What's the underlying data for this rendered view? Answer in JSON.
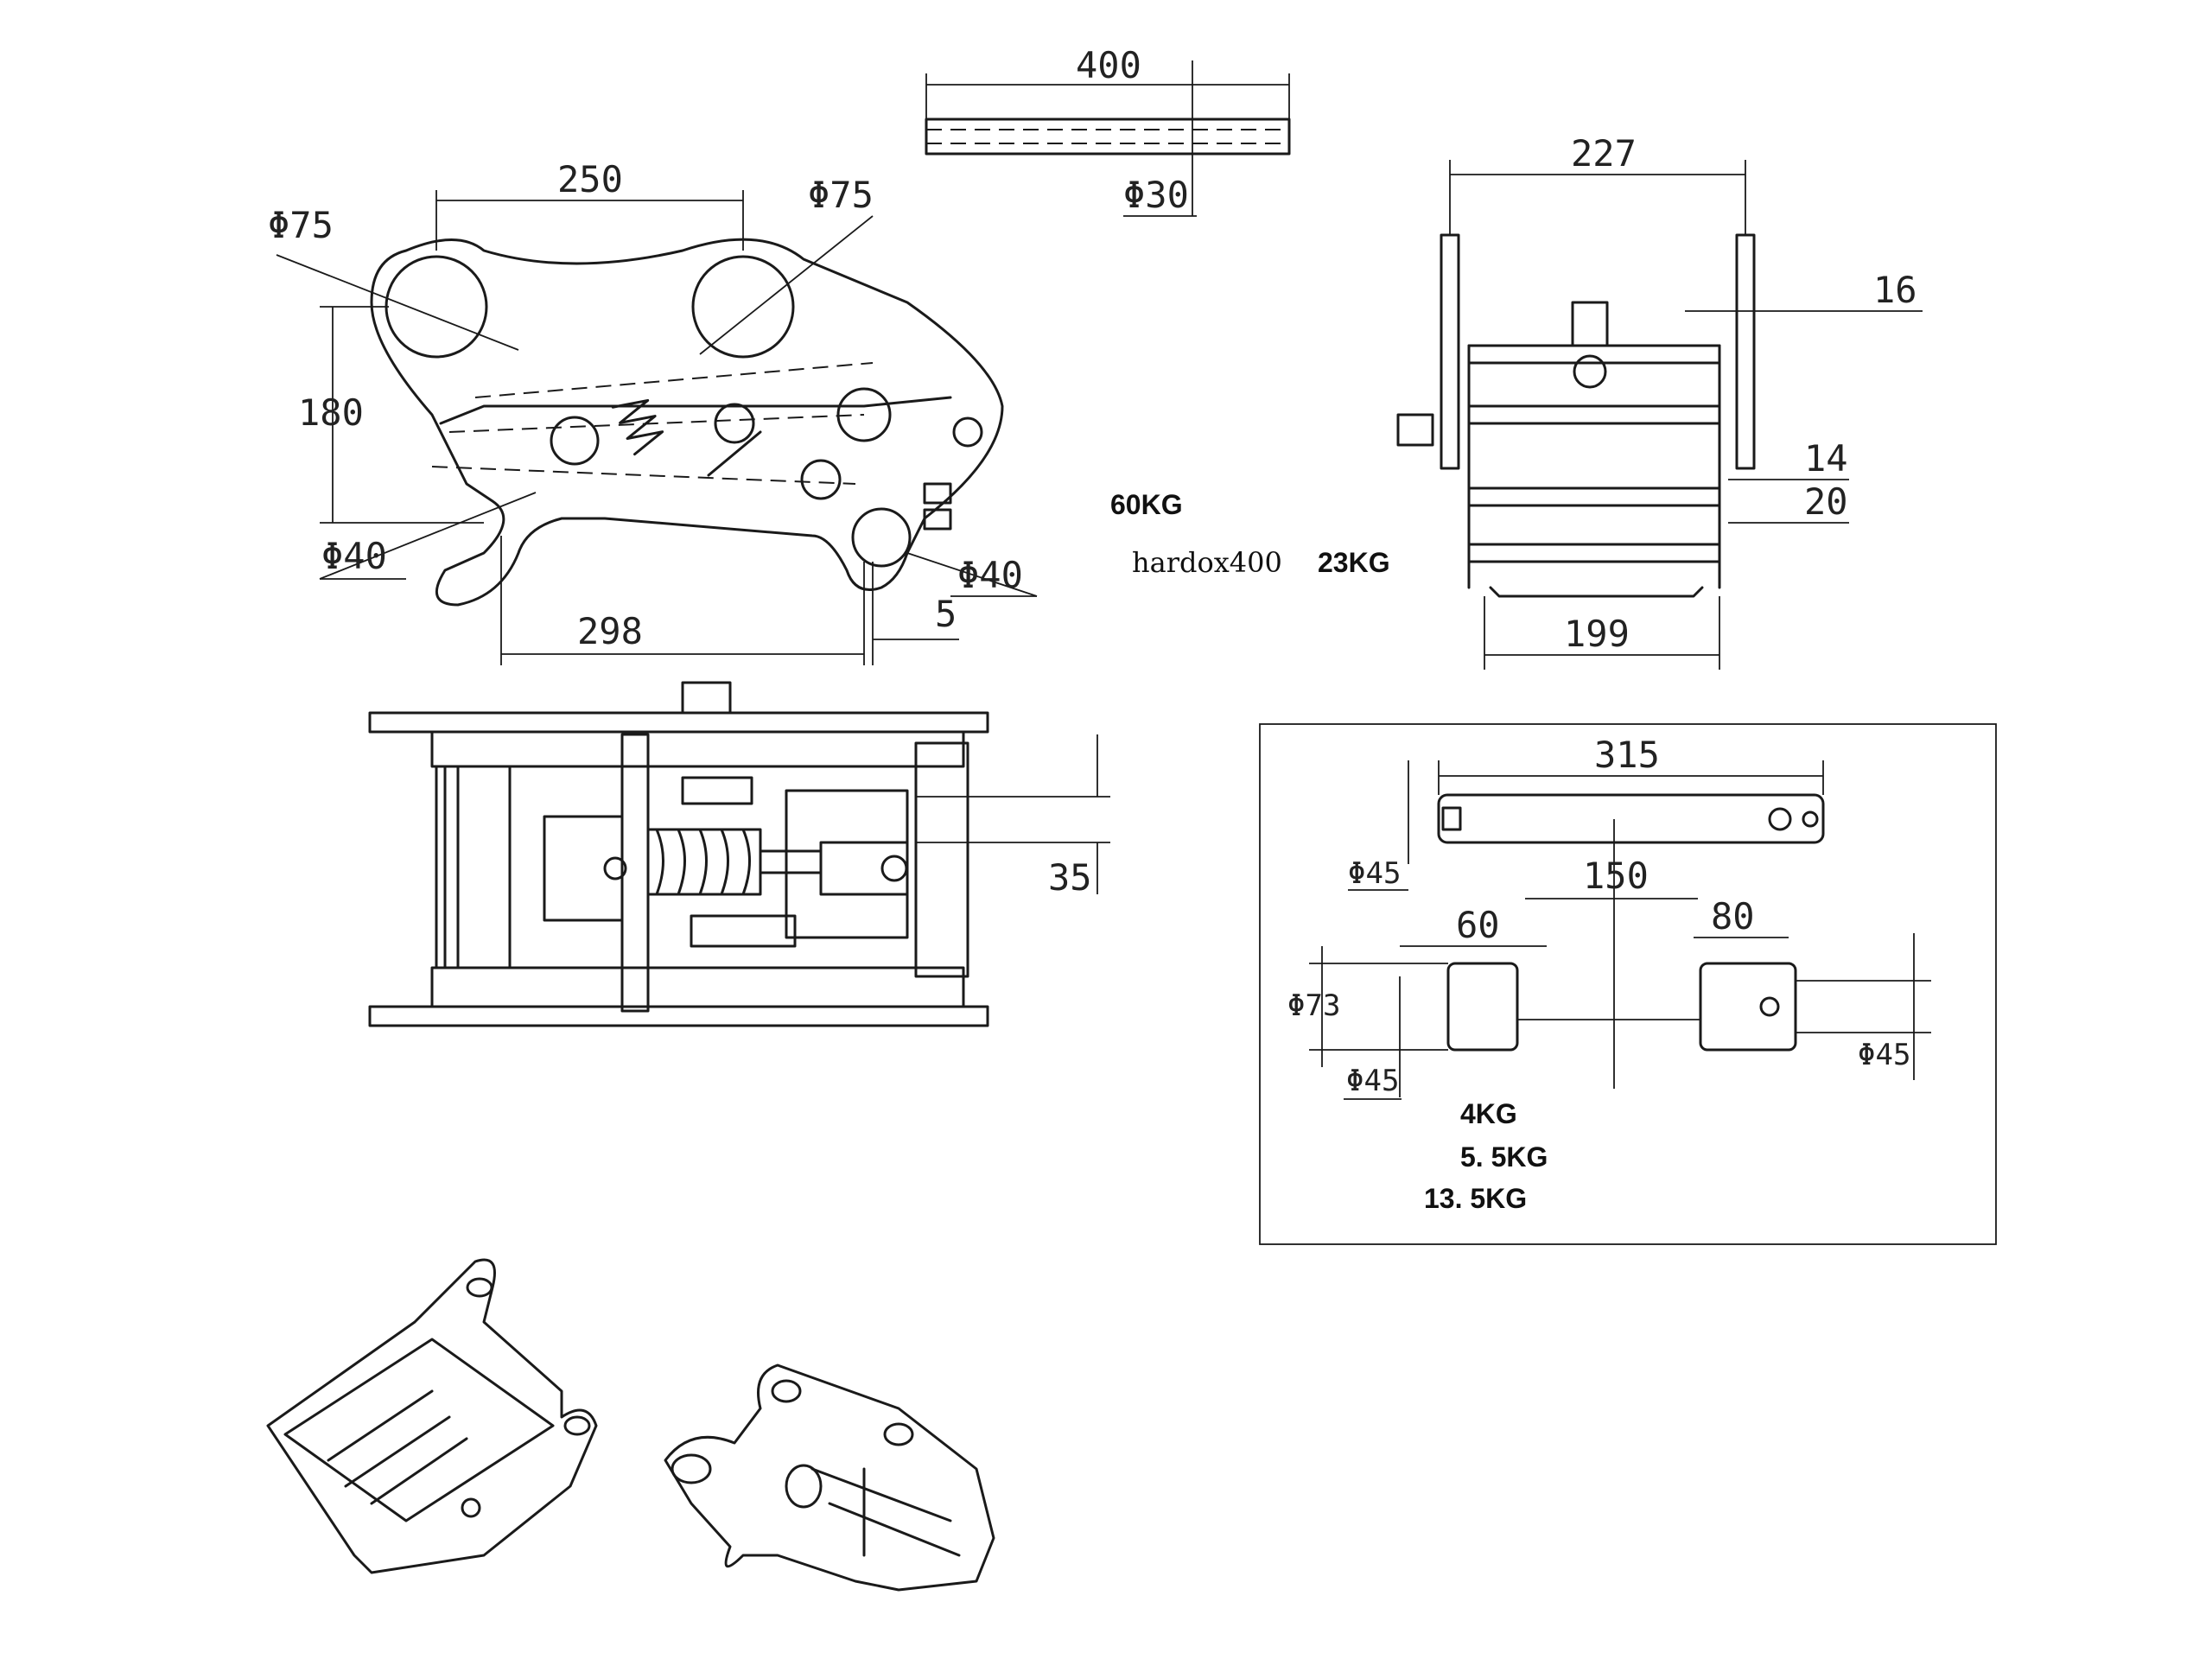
{
  "side_view": {
    "dim_250": "250",
    "dim_phi75_left": "Φ75",
    "dim_phi75_right": "Φ75",
    "dim_180": "180",
    "dim_phi40_left": "Φ40",
    "dim_phi40_right": "Φ40",
    "dim_298": "298",
    "dim_5": "5"
  },
  "pin_view": {
    "dim_400": "400",
    "dim_phi30": "Φ30"
  },
  "end_view": {
    "dim_227": "227",
    "dim_16": "16",
    "dim_14": "14",
    "dim_20": "20",
    "dim_199": "199"
  },
  "notes": {
    "weight_total": "60KG",
    "material": "hardox400",
    "weight_part": "23KG"
  },
  "plan_view": {
    "dim_35": "35"
  },
  "parts_box": {
    "dim_315": "315",
    "dim_phi45_top": "Φ45",
    "dim_150": "150",
    "dim_60": "60",
    "dim_80": "80",
    "dim_phi73": "Φ73",
    "dim_phi45_bottom": "Φ45",
    "dim_phi45_right": "Φ45",
    "weight_1": "4KG",
    "weight_2": "5. 5KG",
    "weight_3": "13. 5KG"
  }
}
